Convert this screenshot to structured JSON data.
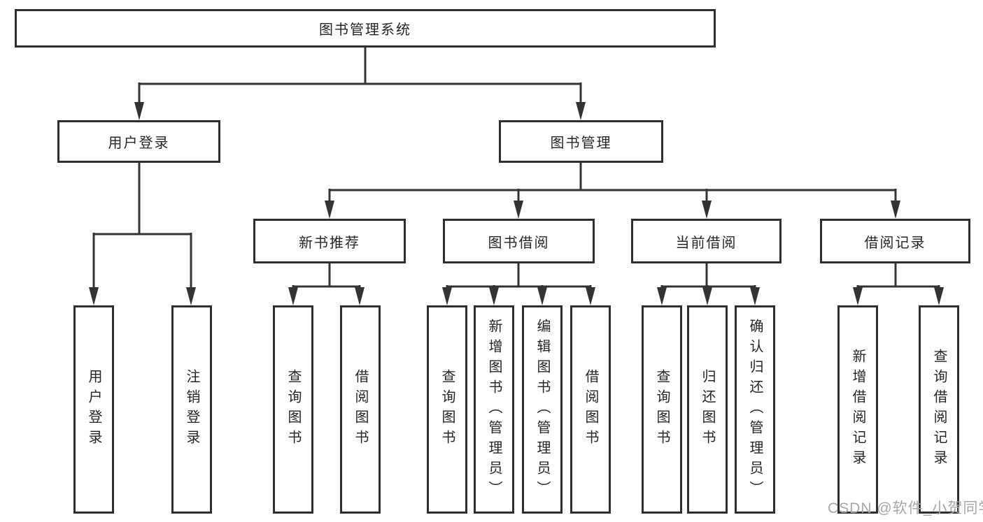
{
  "diagram": {
    "root": {
      "label": "图书管理系统"
    },
    "level2": [
      {
        "label": "用户登录"
      },
      {
        "label": "图书管理"
      }
    ],
    "level3": [
      {
        "parent": "图书管理",
        "label": "新书推荐"
      },
      {
        "parent": "图书管理",
        "label": "图书借阅"
      },
      {
        "parent": "图书管理",
        "label": "当前借阅"
      },
      {
        "parent": "图书管理",
        "label": "借阅记录"
      }
    ],
    "leaves": [
      {
        "parent": "用户登录",
        "label": "用户登录"
      },
      {
        "parent": "用户登录",
        "label": "注销登录"
      },
      {
        "parent": "新书推荐",
        "label": "查询图书"
      },
      {
        "parent": "新书推荐",
        "label": "借阅图书"
      },
      {
        "parent": "图书借阅",
        "label": "查询图书"
      },
      {
        "parent": "图书借阅",
        "label": "新增图书（管理员）"
      },
      {
        "parent": "图书借阅",
        "label": "编辑图书（管理员）"
      },
      {
        "parent": "图书借阅",
        "label": "借阅图书"
      },
      {
        "parent": "当前借阅",
        "label": "查询图书"
      },
      {
        "parent": "当前借阅",
        "label": "归还图书"
      },
      {
        "parent": "当前借阅",
        "label": "确认归还（管理员）"
      },
      {
        "parent": "借阅记录",
        "label": "新增借阅记录"
      },
      {
        "parent": "借阅记录",
        "label": "查询借阅记录"
      }
    ]
  },
  "watermark": {
    "text": "CSDN @软件_小贺同学"
  },
  "colors": {
    "line": "#333333",
    "box_border": "#2f2f2f",
    "text": "#262626",
    "background": "#ffffff",
    "watermark": "#a8a8a8"
  }
}
